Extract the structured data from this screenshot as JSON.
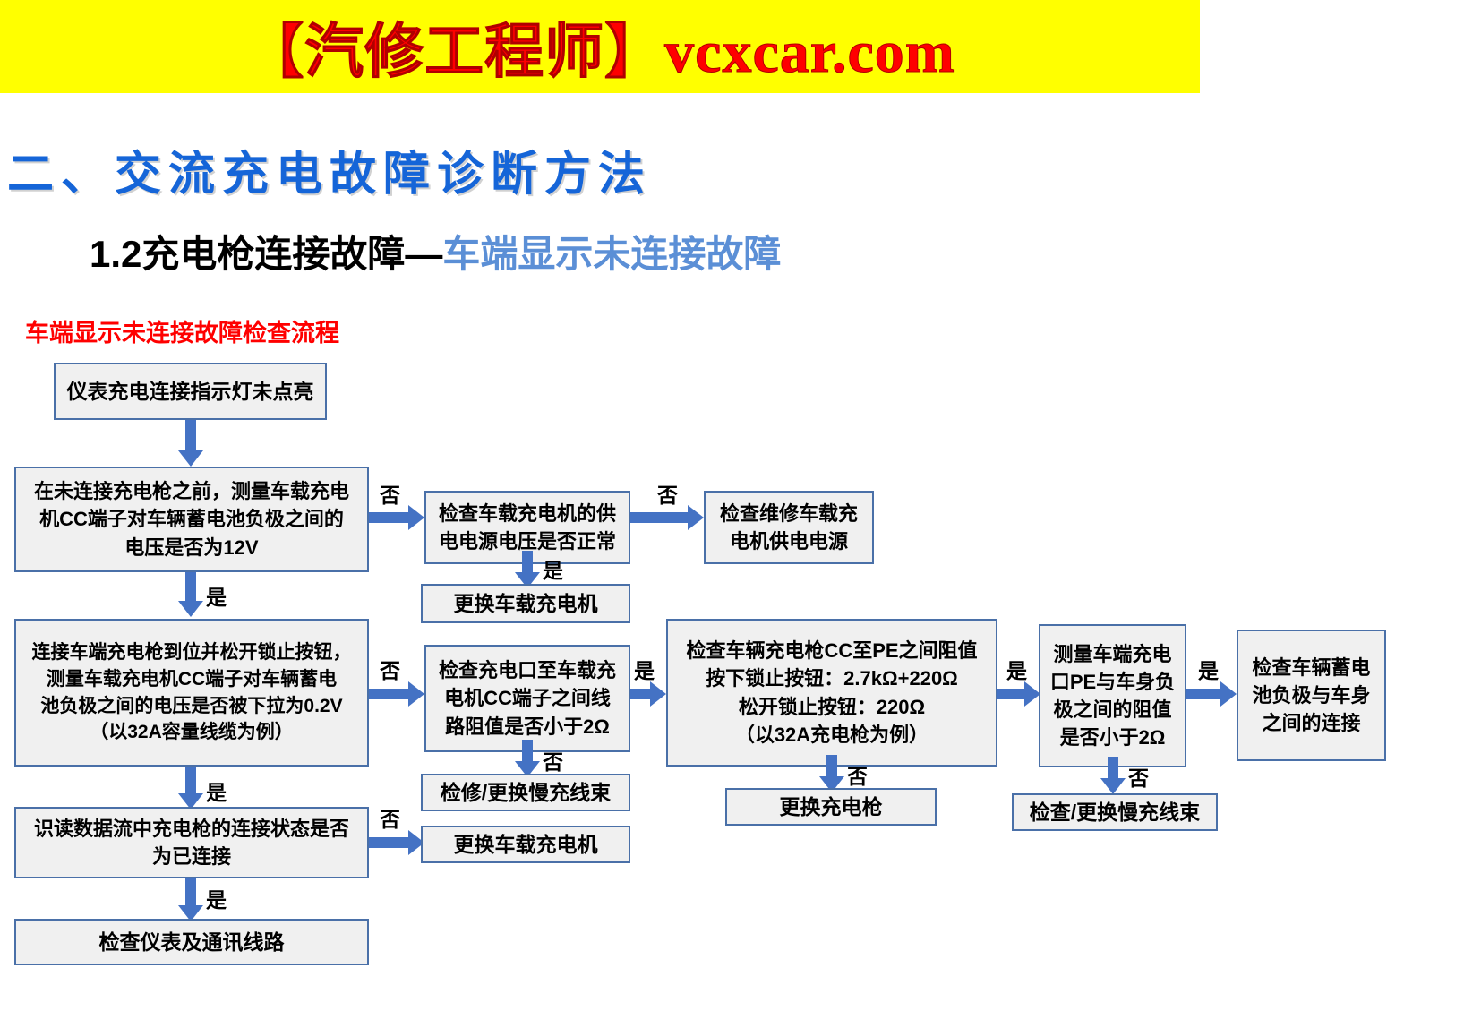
{
  "banner": {
    "text": "【汽修工程师】vcxcar.com",
    "bg_color": "#FFFF00",
    "text_color": "#FF0000"
  },
  "headings": {
    "main": "二、交流充电故障诊断方法",
    "main_color": "#1565D8",
    "sub_black": "1.2充电枪连接故障—",
    "sub_blue": "车端显示未连接故障",
    "sub_blue_color": "#5B8FD6"
  },
  "flow": {
    "title": "车端显示未连接故障检查流程",
    "title_color": "#FF0000",
    "box_fill": "#F0F0F0",
    "box_border": "#4A70A8",
    "arrow_color": "#4472C4",
    "labels": {
      "yes": "是",
      "no": "否"
    },
    "nodes": {
      "n1": {
        "lines": [
          "仪表充电连接指示灯未点亮"
        ]
      },
      "n2": {
        "lines": [
          "在未连接充电枪之前，测量车载充电",
          "机CC端子对车辆蓄电池负极之间的",
          "电压是否为12V"
        ]
      },
      "n3": {
        "lines": [
          "检查车载充电机的供",
          "电电源电压是否正常"
        ]
      },
      "n4": {
        "lines": [
          "检查维修车载充",
          "电机供电电源"
        ]
      },
      "n5": {
        "lines": [
          "更换车载充电机"
        ]
      },
      "n6": {
        "lines": [
          "连接车端充电枪到位并松开锁止按钮，",
          "测量车载充电机CC端子对车辆蓄电",
          "池负极之间的电压是否被下拉为0.2V",
          "（以32A容量线缆为例）"
        ]
      },
      "n7": {
        "lines": [
          "检查充电口至车载充",
          "电机CC端子之间线",
          "路阻值是否小于2Ω"
        ]
      },
      "n8": {
        "lines": [
          "检修/更换慢充线束"
        ]
      },
      "n9": {
        "lines": [
          "检查车辆充电枪CC至PE之间阻值",
          "按下锁止按钮：2.7kΩ+220Ω",
          "松开锁止按钮：220Ω",
          "（以32A充电枪为例）"
        ]
      },
      "n10": {
        "lines": [
          "更换充电枪"
        ]
      },
      "n11": {
        "lines": [
          "测量车端充电",
          "口PE与车身负",
          "极之间的阻值",
          "是否小于2Ω"
        ]
      },
      "n12": {
        "lines": [
          "检查/更换慢充线束"
        ]
      },
      "n13": {
        "lines": [
          "检查车辆蓄电",
          "池负极与车身",
          "之间的连接"
        ]
      },
      "n14": {
        "lines": [
          "识读数据流中充电枪的连接状态是否",
          "为已连接"
        ]
      },
      "n15": {
        "lines": [
          "更换车载充电机"
        ]
      },
      "n16": {
        "lines": [
          "检查仪表及通讯线路"
        ]
      }
    }
  }
}
